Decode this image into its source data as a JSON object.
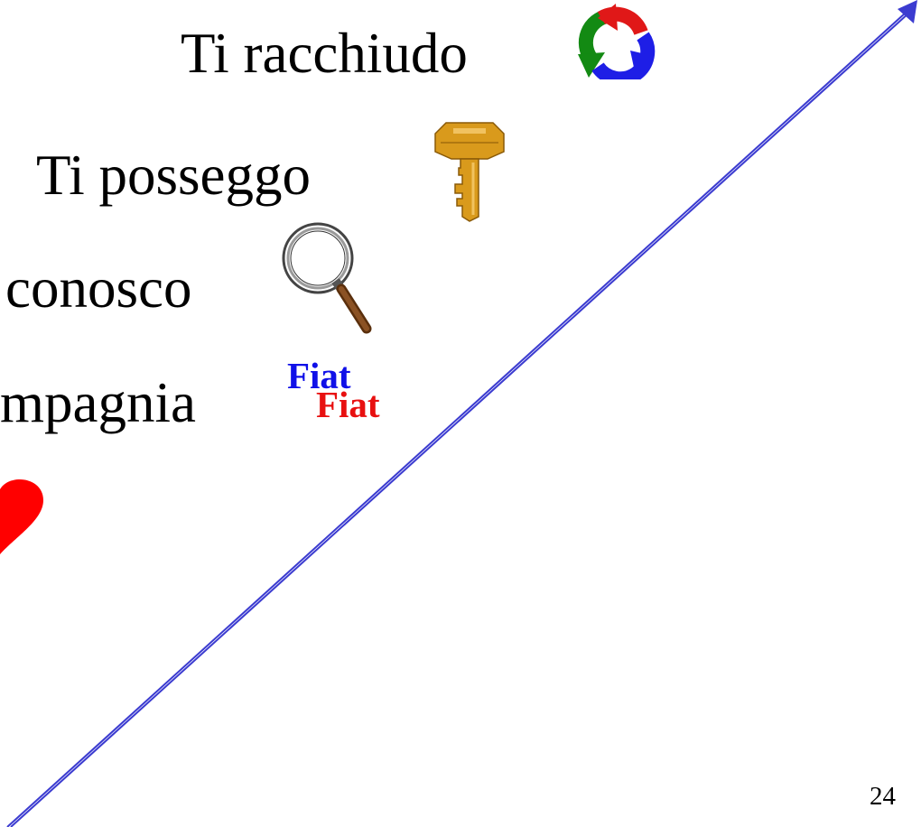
{
  "slide": {
    "lines": {
      "racchiudo": "Ti racchiudo",
      "possiedo": "Ti posseggo",
      "conosco": "conosco",
      "compagnia": "mpagnia"
    },
    "fiat_blue": "Fiat",
    "fiat_red": "Fiat",
    "page_number": "24"
  },
  "colors": {
    "text": "#000000",
    "fiat_blue": "#1010e8",
    "fiat_red": "#e81010",
    "arrow": "#3b3bd0",
    "heart": "#ff0000",
    "key": "#d99a1c",
    "cycle_green": "#138a13",
    "cycle_red": "#e01818",
    "cycle_blue": "#1e1ee6"
  },
  "icons": [
    "cycle-arrows-icon",
    "key-icon",
    "magnifier-icon",
    "heart-icon",
    "diagonal-arrow"
  ]
}
